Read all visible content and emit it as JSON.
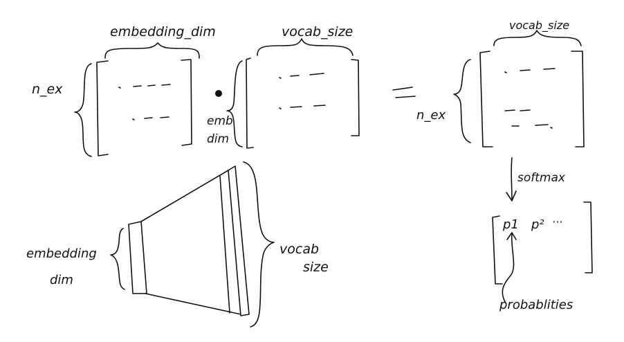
{
  "labels": {
    "embedding_dim_top": "embedding_dim",
    "vocab_size_top": "vocab_size",
    "vocab_size_right": "vocab_size",
    "n_ex_left": "n_ex",
    "n_ex_right": "n_ex",
    "emb": "emb",
    "dim_small": "dim",
    "softmax": "softmax",
    "embedding_bottom": "embedding",
    "dim_bottom": "dim",
    "vocab_bottom": "vocab",
    "size_bottom": "size",
    "p1": "p1",
    "p2": "p²",
    "ellipsis": "···",
    "probabilities": "probablities",
    "equals": "="
  },
  "colors": {
    "ink": "#111111",
    "paper": "#ffffff"
  }
}
